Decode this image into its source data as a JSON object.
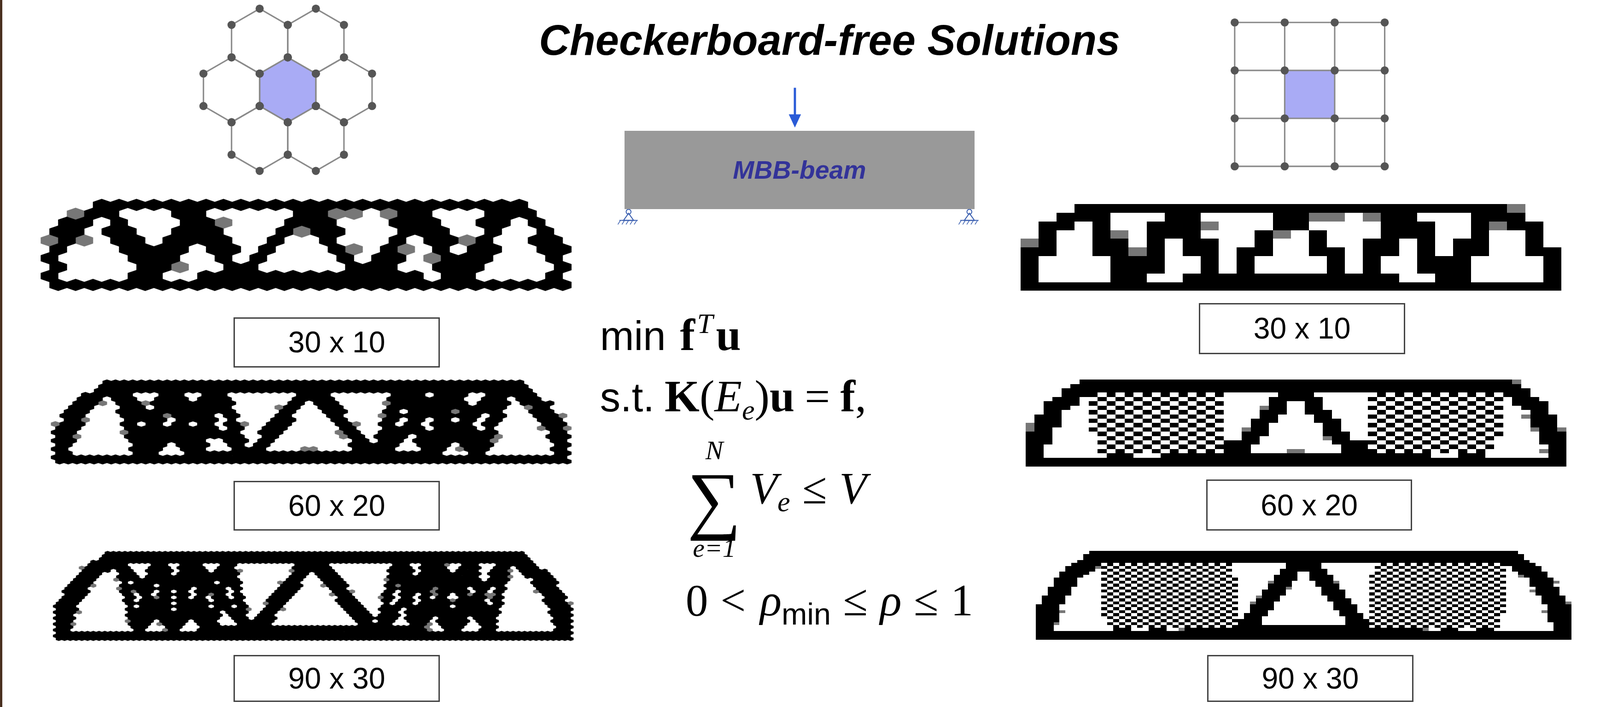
{
  "diagram": {
    "title": "Checkerboard-free Solutions",
    "nodes": [
      {
        "text": [
          "MBB-beam"
        ]
      },
      {
        "text": [
          "30 x 10"
        ]
      },
      {
        "text": [
          "30 x 10"
        ]
      },
      {
        "text": [
          "60 x 20"
        ]
      },
      {
        "text": [
          "60 x 20"
        ]
      },
      {
        "text": [
          "90 x 30"
        ]
      },
      {
        "text": [
          "90 x 30"
        ]
      }
    ],
    "labels": [
      "min",
      "f",
      "T",
      "u",
      "s.t.",
      "K",
      "(",
      "E",
      "e",
      ")",
      "u",
      "=",
      "f",
      ",",
      "N",
      "∑",
      "e=1",
      "V",
      "e",
      "≤",
      "V",
      "0",
      "<",
      "ρ",
      "min",
      "≤",
      "ρ",
      "≤",
      "1"
    ]
  }
}
